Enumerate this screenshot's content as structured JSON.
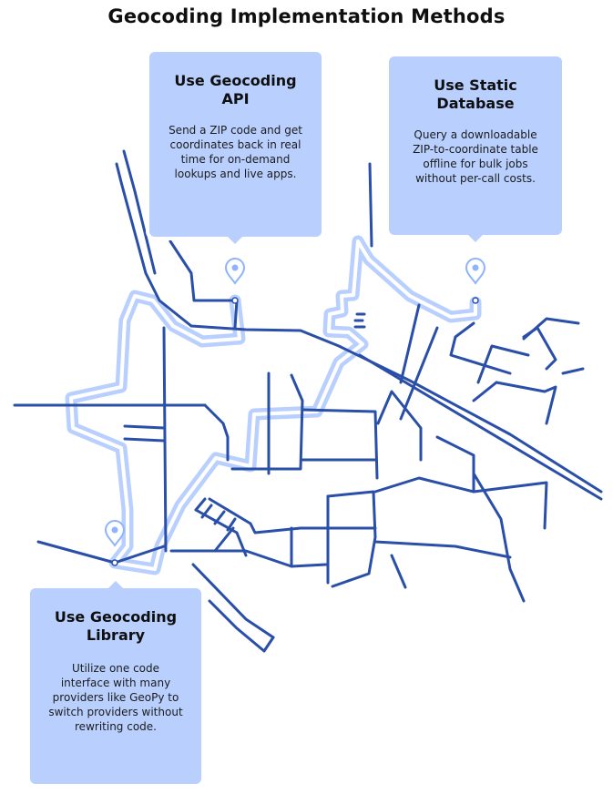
{
  "title": "Geocoding Implementation Methods",
  "colors": {
    "road": "#2a4fa8",
    "route_highlight": "#b9d0ff",
    "card_background": "#b9d0ff",
    "pin": "#8fb4ff"
  },
  "cards": {
    "api": {
      "title": "Use Geocoding API",
      "description": "Send a ZIP code and get coordinates back in real time for on-demand lookups and live apps."
    },
    "static": {
      "title": "Use Static Database",
      "description": "Query a downloadable ZIP-to-coordinate table offline for bulk jobs without per-call costs."
    },
    "library": {
      "title": "Use Geocoding Library",
      "description": "Utilize one code interface with many providers like GeoPy to switch providers without rewriting code."
    }
  },
  "icons": {
    "map_pin": "map-pin-icon"
  }
}
